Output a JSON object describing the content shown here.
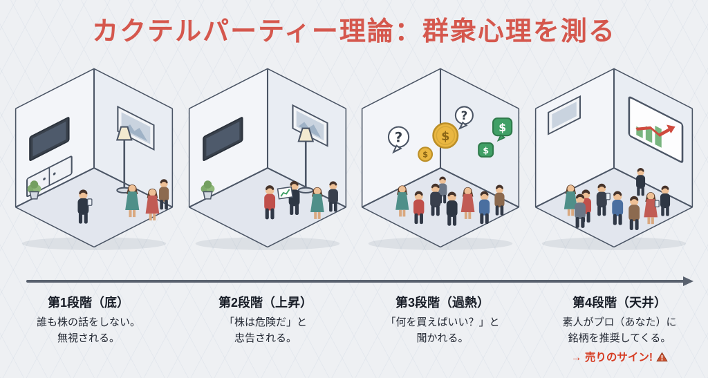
{
  "title": "カクテルパーティー理論：群衆心理を測る",
  "symbols": {
    "question": "?",
    "dollar": "$"
  },
  "stages": [
    {
      "heading": "第1段階（底）",
      "lines": [
        "誰も株の話をしない。",
        "無視される。"
      ]
    },
    {
      "heading": "第2段階（上昇）",
      "lines": [
        "「株は危険だ」と",
        "忠告される。"
      ]
    },
    {
      "heading": "第3段階（過熱）",
      "lines": [
        "「何を買えばいい？」と",
        "聞かれる。"
      ]
    },
    {
      "heading": "第4段階（天井）",
      "lines": [
        "素人がプロ（あなた）に",
        "銘柄を推奨してくる。"
      ],
      "alert": "→ 売りのサイン!"
    }
  ],
  "colors": {
    "title": "#d5574d",
    "alert": "#d63b22",
    "background": "#eef0f3",
    "arrow": "#59616e",
    "coin": "#eab741",
    "bubble_green": "#41a066"
  }
}
